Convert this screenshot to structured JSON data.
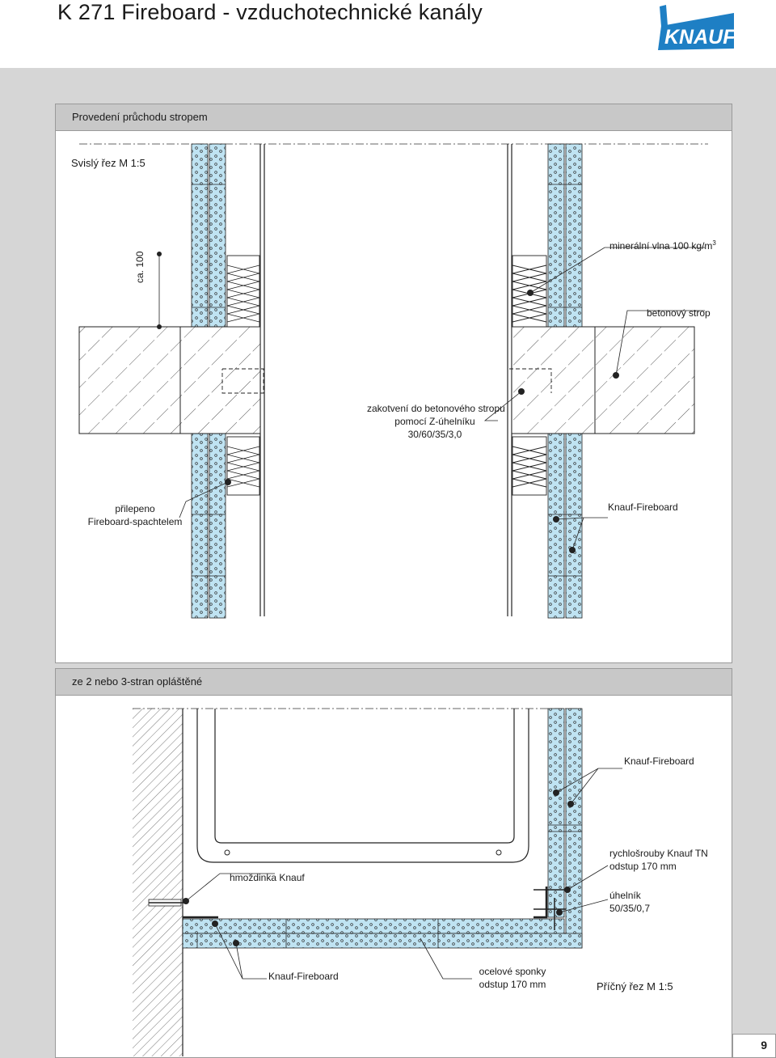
{
  "header": {
    "title": "K 271  Fireboard - vzduchotechnické kanály",
    "logo_text": "KNAUF",
    "brand_color": "#1e7fc4"
  },
  "section1": {
    "heading": "Provedení průchodu stropem",
    "scale_label": "Svislý řez M 1:5",
    "dimension": "ca. 100",
    "labels": {
      "mineral_wool": "minerální vlna 100 kg/m",
      "mineral_wool_sup": "3",
      "concrete": "betonový strop",
      "anchor_line1": "zakotvení do betonového stropu",
      "anchor_line2": "pomocí Z-úhelníku",
      "anchor_line3": "30/60/35/3,0",
      "glued_line1": "přilepeno",
      "glued_line2": "Fireboard-spachtelem",
      "fireboard": "Knauf-Fireboard"
    }
  },
  "section2": {
    "heading": "ze 2 nebo 3-stran opláštěné",
    "scale_label": "Příčný řez M 1:5",
    "labels": {
      "fireboard_top": "Knauf-Fireboard",
      "screws_line1": "rychlošrouby Knauf TN",
      "screws_line2": "odstup 170 mm",
      "dowel": "hmoždinka Knauf",
      "angle_line1": "úhelník",
      "angle_line2": "50/35/0,7",
      "fireboard_bottom": "Knauf-Fireboard",
      "clips_line1": "ocelové sponky",
      "clips_line2": "odstup 170 mm"
    }
  },
  "footer": {
    "page_number": "9"
  },
  "colors": {
    "board_fill": "#bfe3f2",
    "background": "#d6d6d6",
    "panel_head": "#c8c8c8"
  }
}
